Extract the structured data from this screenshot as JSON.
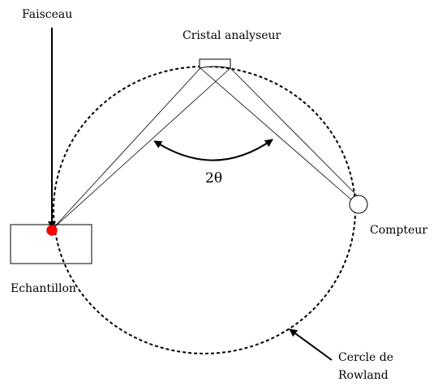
{
  "labels": {
    "beam": "Faisceau",
    "crystal": "Cristal analyseur",
    "angle": "2θ",
    "counter": "Compteur",
    "sample": "Echantillon",
    "circle_line1": "Cercle de",
    "circle_line2": "Rowland"
  },
  "colors": {
    "ink": "#000000",
    "sample_point": "#ff0000",
    "background": "#ffffff"
  }
}
